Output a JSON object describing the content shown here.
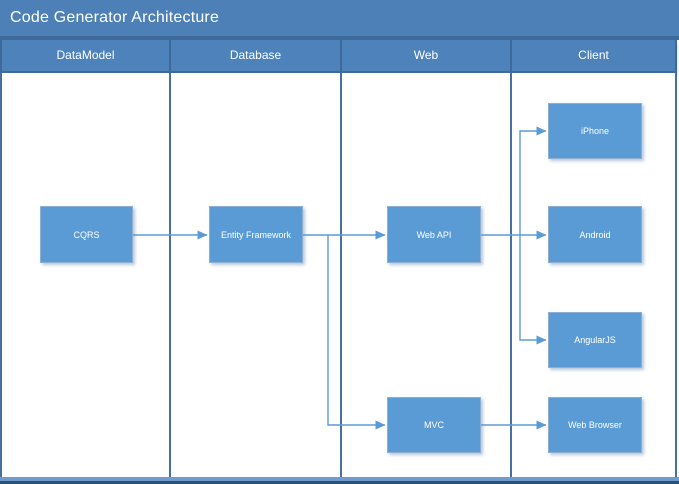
{
  "title": "Code Generator Architecture",
  "lanes": [
    {
      "label": "DataModel"
    },
    {
      "label": "Database"
    },
    {
      "label": "Web"
    },
    {
      "label": "Client"
    }
  ],
  "nodes": [
    {
      "id": "cqrs",
      "label": "CQRS",
      "lane": "DataModel"
    },
    {
      "id": "entity-framework",
      "label": "Entity Framework",
      "lane": "Database"
    },
    {
      "id": "web-api",
      "label": "Web API",
      "lane": "Web"
    },
    {
      "id": "mvc",
      "label": "MVC",
      "lane": "Web"
    },
    {
      "id": "iphone",
      "label": "iPhone",
      "lane": "Client"
    },
    {
      "id": "android",
      "label": "Android",
      "lane": "Client"
    },
    {
      "id": "angularjs",
      "label": "AngularJS",
      "lane": "Client"
    },
    {
      "id": "web-browser",
      "label": "Web Browser",
      "lane": "Client"
    }
  ],
  "edges": [
    {
      "from": "CQRS",
      "to": "Entity Framework"
    },
    {
      "from": "Entity Framework",
      "to": "Web API"
    },
    {
      "from": "Entity Framework",
      "to": "MVC"
    },
    {
      "from": "Web API",
      "to": "iPhone"
    },
    {
      "from": "Web API",
      "to": "Android"
    },
    {
      "from": "Web API",
      "to": "AngularJS"
    },
    {
      "from": "MVC",
      "to": "Web Browser"
    }
  ],
  "colors": {
    "title_bar": "#4d80b6",
    "header_cell": "#4d82ba",
    "frame_dark": "#3d6a9b",
    "lane_divider": "#44719f",
    "node_fill": "#5b9bd5",
    "node_border": "#8fafd0",
    "connector": "#5b9bd5",
    "bottom_band": "#6f9bcd",
    "bottom_edge": "#2e5276",
    "text": "#ffffff"
  }
}
